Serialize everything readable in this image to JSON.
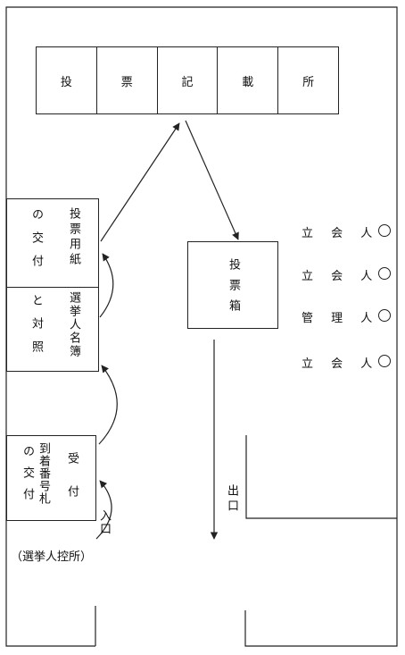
{
  "writing_booth": [
    "投",
    "票",
    "記",
    "載",
    "所"
  ],
  "ballot_paper_issue": {
    "col1": "投票用紙",
    "col2": "の交付"
  },
  "register_check": {
    "col1": "選挙人名簿",
    "col2": "と対照"
  },
  "reception": {
    "main": "受付",
    "ticket": "到着番号札",
    "ticket_issue": "の交付"
  },
  "ballot_box": "投票箱",
  "entrance": "入口",
  "exit": "出口",
  "waiting_area": "（選挙人控所）",
  "officials": [
    "立 会 人",
    "立 会 人",
    "管 理 人",
    "立 会 人"
  ]
}
